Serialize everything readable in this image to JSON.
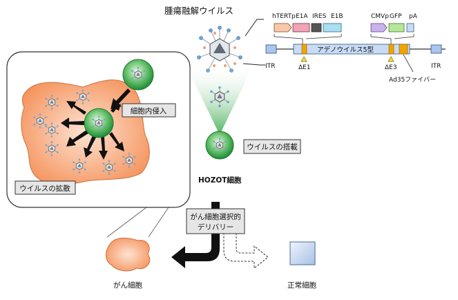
{
  "title": "腫瘍融解ウイルス",
  "construct": {
    "top_labels": [
      "hTERTp",
      "E1A",
      "IRES",
      "E1B",
      "CMVp",
      "GFP",
      "pA"
    ],
    "genome_label": "アデノウイルス5型",
    "itr_left": "ITR",
    "itr_right": "ITR",
    "delta_e1": "ΔE1",
    "delta_e3": "ΔE3",
    "ad35": "Ad35ファイバー"
  },
  "labels": {
    "loading": "ウイルスの搭載",
    "carrier": "HOZOT細胞",
    "invasion": "細胞内侵入",
    "spread": "ウイルスの拡散",
    "delivery_line1": "がん細胞選択的",
    "delivery_line2": "デリバリー",
    "cancer_cell": "がん細胞",
    "normal_cell": "正常細胞"
  },
  "colors": {
    "cancer": "#f6a77a",
    "cell_green": "#2e9e45",
    "genome_blue": "#c9dcf5",
    "insert_orange": "#f0a400",
    "normal": "#c9d9f2"
  }
}
